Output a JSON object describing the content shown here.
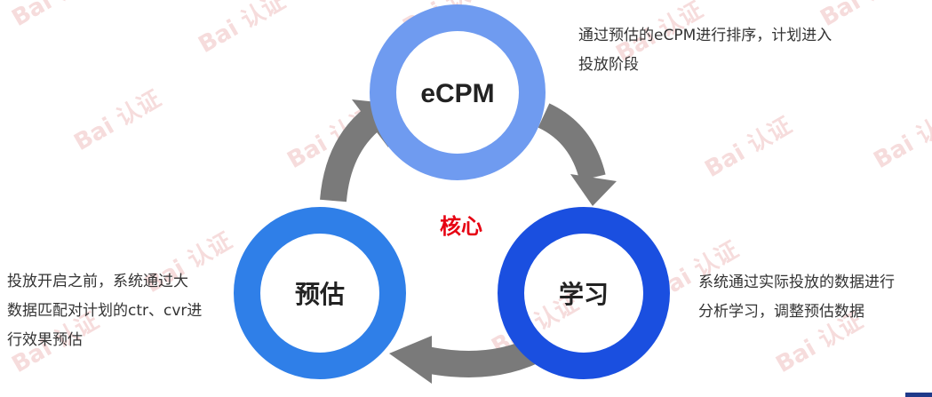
{
  "diagram": {
    "center_label": "核心",
    "nodes": [
      {
        "id": "ecpm",
        "label": "eCPM",
        "ring_color": "#6f9bf0"
      },
      {
        "id": "learn",
        "label": "学习",
        "ring_color": "#1a4fe0"
      },
      {
        "id": "estimate",
        "label": "预估",
        "ring_color": "#2f7fe8"
      }
    ],
    "arrow_color": "#7a7a7a",
    "center_label_color": "#e60012",
    "watermark_text": "Bai 认证"
  },
  "descriptions": {
    "ecpm": [
      "通过预估的eCPM进行排序，计划进入",
      "投放阶段"
    ],
    "learn": [
      "系统通过实际投放的数据进行",
      "分析学习，调整预估数据"
    ],
    "estimate": [
      "投放开启之前，系统通过大",
      "数据匹配对计划的ctr、cvr进",
      "行效果预估"
    ]
  }
}
